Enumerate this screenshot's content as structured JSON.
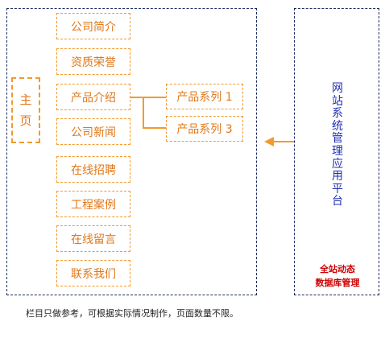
{
  "home_label": [
    "主",
    "页"
  ],
  "main_menu": [
    "公司简介",
    "资质荣誉",
    "产品介绍",
    "公司新闻",
    "在线招聘",
    "工程案例",
    "在线留言",
    "联系我们"
  ],
  "submenu": [
    "产品系列 1",
    "产品系列 3"
  ],
  "system_label": [
    "网",
    "站",
    "系",
    "统",
    "管",
    "理",
    "应",
    "用",
    "平",
    "台"
  ],
  "system_note": [
    "全站动态",
    "数据库管理"
  ],
  "footnote": "栏目只做参考，可根据实际情况制作，页面数量不限。",
  "colors": {
    "accent": "#f29a2e",
    "text": "#e0781a",
    "frame": "#1d2b5f",
    "vertical_text": "#1f2fb0",
    "note": "#cc0000"
  }
}
